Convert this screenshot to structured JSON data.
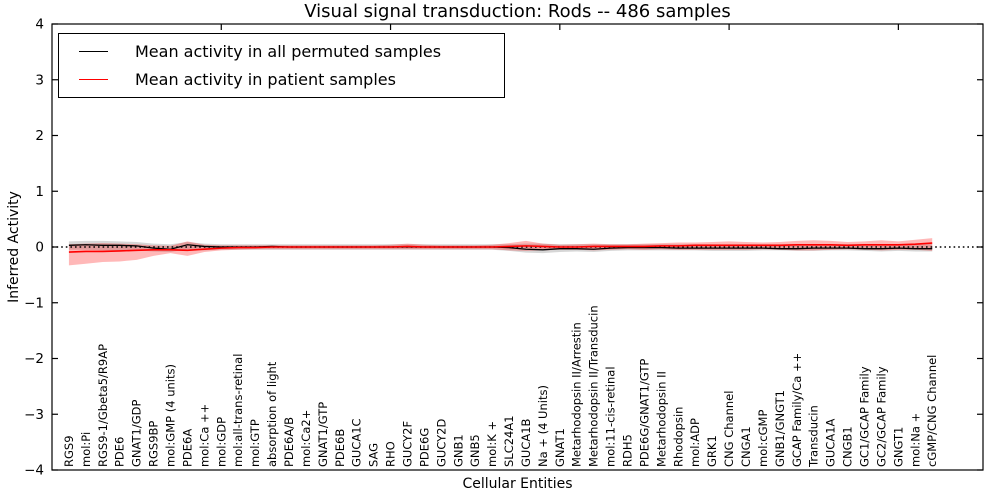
{
  "figure": {
    "title": "Visual signal transduction: Rods -- 486 samples",
    "xlabel": "Cellular Entities",
    "ylabel": "Inferred Activity"
  },
  "legend": {
    "position": "upper left",
    "items": [
      {
        "label": "Mean activity in all permuted samples",
        "color": "#000000"
      },
      {
        "label": "Mean activity in patient samples",
        "color": "#ff0000"
      }
    ]
  },
  "chart_data": {
    "type": "line",
    "title": "Visual signal transduction: Rods -- 486 samples",
    "xlabel": "Cellular Entities",
    "ylabel": "Inferred Activity",
    "ylim": [
      -4,
      4
    ],
    "yticks": [
      4,
      3,
      2,
      1,
      0,
      -1,
      -2,
      -3,
      -4
    ],
    "top_tick_positions": [
      10,
      20,
      30,
      40,
      50
    ],
    "grid": false,
    "legend_position": "upper left",
    "zero_line": {
      "style": "dotted",
      "color": "#000000",
      "y": 0
    },
    "categories": [
      "RGS9",
      "mol:Pi",
      "RGS9-1/Gbeta5/R9AP",
      "PDE6",
      "GNAT1/GDP",
      "RGS9BP",
      "mol:GMP (4 units)",
      "PDE6A",
      "mol:Ca ++",
      "mol:GDP",
      "mol:all-trans-retinal",
      "mol:GTP",
      "absorption of light",
      "PDE6A/B",
      "mol:Ca2+",
      "GNAT1/GTP",
      "PDE6B",
      "GUCA1C",
      "SAG",
      "RHO",
      "GUCY2F",
      "PDE6G",
      "GUCY2D",
      "GNB1",
      "GNB5",
      "mol:K +",
      "SLC24A1",
      "GUCA1B",
      "Na + (4 Units)",
      "GNAT1",
      "Metarhodopsin II/Arrestin",
      "Metarhodopsin II/Transducin",
      "mol:11-cis-retinal",
      "RDH5",
      "PDE6G/GNAT1/GTP",
      "Metarhodopsin II",
      "Rhodopsin",
      "mol:ADP",
      "GRK1",
      "CNG Channel",
      "CNGA1",
      "mol:cGMP",
      "GNB1/GNGT1",
      "GCAP Family/Ca ++",
      "Transducin",
      "GUCA1A",
      "CNGB1",
      "GC1/GCAP Family",
      "GC2/GCAP Family",
      "GNGT1",
      "mol:Na +",
      "cGMP/CNG Channel"
    ],
    "series": [
      {
        "name": "Mean activity in all permuted samples",
        "color": "#000000",
        "line_width": 1.3,
        "band_color": "#999999",
        "band_alpha": 0.4,
        "values": [
          0.03,
          0.04,
          0.03,
          0.03,
          0.02,
          -0.02,
          -0.04,
          0.04,
          0.01,
          0.0,
          0.0,
          0.0,
          0.01,
          0.0,
          0.0,
          0.0,
          0.0,
          0.0,
          0.0,
          0.0,
          0.0,
          0.0,
          0.0,
          0.0,
          0.0,
          0.0,
          -0.01,
          -0.04,
          -0.05,
          -0.03,
          -0.03,
          -0.04,
          -0.02,
          -0.01,
          -0.01,
          -0.01,
          -0.02,
          -0.02,
          -0.02,
          -0.02,
          -0.02,
          -0.02,
          -0.03,
          -0.03,
          -0.02,
          -0.02,
          -0.02,
          -0.03,
          -0.03,
          -0.02,
          -0.03,
          -0.03
        ],
        "band_high": [
          0.1,
          0.11,
          0.11,
          0.1,
          0.09,
          0.06,
          0.05,
          0.09,
          0.06,
          0.05,
          0.05,
          0.05,
          0.05,
          0.05,
          0.05,
          0.05,
          0.05,
          0.05,
          0.05,
          0.05,
          0.05,
          0.05,
          0.05,
          0.05,
          0.05,
          0.05,
          0.05,
          0.06,
          0.06,
          0.05,
          0.05,
          0.05,
          0.05,
          0.05,
          0.05,
          0.05,
          0.05,
          0.05,
          0.05,
          0.05,
          0.05,
          0.05,
          0.05,
          0.05,
          0.05,
          0.05,
          0.05,
          0.05,
          0.05,
          0.05,
          0.05,
          0.05
        ],
        "band_low": [
          -0.05,
          -0.05,
          -0.06,
          -0.06,
          -0.06,
          -0.08,
          -0.09,
          -0.04,
          -0.06,
          -0.05,
          -0.05,
          -0.05,
          -0.05,
          -0.05,
          -0.05,
          -0.05,
          -0.05,
          -0.05,
          -0.05,
          -0.05,
          -0.05,
          -0.05,
          -0.05,
          -0.05,
          -0.05,
          -0.05,
          -0.07,
          -0.1,
          -0.11,
          -0.09,
          -0.08,
          -0.09,
          -0.07,
          -0.06,
          -0.06,
          -0.06,
          -0.06,
          -0.06,
          -0.07,
          -0.07,
          -0.07,
          -0.06,
          -0.06,
          -0.07,
          -0.07,
          -0.06,
          -0.06,
          -0.07,
          -0.08,
          -0.07,
          -0.08,
          -0.08
        ]
      },
      {
        "name": "Mean activity in patient samples",
        "color": "#ff0000",
        "line_width": 1.6,
        "band_color": "#ff0000",
        "band_alpha": 0.28,
        "values": [
          -0.09,
          -0.08,
          -0.08,
          -0.07,
          -0.06,
          -0.05,
          -0.05,
          -0.06,
          -0.04,
          -0.02,
          -0.01,
          -0.01,
          0.0,
          0.0,
          0.0,
          0.0,
          0.0,
          0.0,
          0.0,
          0.0,
          0.01,
          0.0,
          0.0,
          0.0,
          0.0,
          0.0,
          0.01,
          0.02,
          0.01,
          0.0,
          0.0,
          0.01,
          0.01,
          0.01,
          0.01,
          0.02,
          0.02,
          0.03,
          0.03,
          0.03,
          0.03,
          0.03,
          0.03,
          0.04,
          0.04,
          0.04,
          0.03,
          0.04,
          0.04,
          0.04,
          0.05,
          0.07
        ],
        "band_high": [
          0.05,
          0.06,
          0.07,
          0.06,
          0.05,
          0.03,
          0.02,
          0.1,
          0.04,
          0.03,
          0.03,
          0.03,
          0.03,
          0.03,
          0.03,
          0.03,
          0.03,
          0.03,
          0.03,
          0.04,
          0.06,
          0.04,
          0.03,
          0.03,
          0.03,
          0.04,
          0.07,
          0.11,
          0.06,
          0.04,
          0.05,
          0.06,
          0.05,
          0.05,
          0.06,
          0.07,
          0.08,
          0.08,
          0.09,
          0.1,
          0.09,
          0.08,
          0.09,
          0.11,
          0.12,
          0.11,
          0.09,
          0.1,
          0.12,
          0.1,
          0.13,
          0.16
        ],
        "band_low": [
          -0.33,
          -0.3,
          -0.27,
          -0.26,
          -0.23,
          -0.16,
          -0.11,
          -0.16,
          -0.09,
          -0.06,
          -0.05,
          -0.04,
          -0.04,
          -0.04,
          -0.04,
          -0.04,
          -0.04,
          -0.04,
          -0.04,
          -0.04,
          -0.04,
          -0.04,
          -0.04,
          -0.04,
          -0.04,
          -0.04,
          -0.06,
          -0.07,
          -0.06,
          -0.05,
          -0.05,
          -0.06,
          -0.05,
          -0.04,
          -0.05,
          -0.04,
          -0.05,
          -0.05,
          -0.05,
          -0.05,
          -0.05,
          -0.04,
          -0.05,
          -0.06,
          -0.06,
          -0.05,
          -0.04,
          -0.05,
          -0.06,
          -0.05,
          -0.05,
          -0.07
        ]
      }
    ]
  }
}
